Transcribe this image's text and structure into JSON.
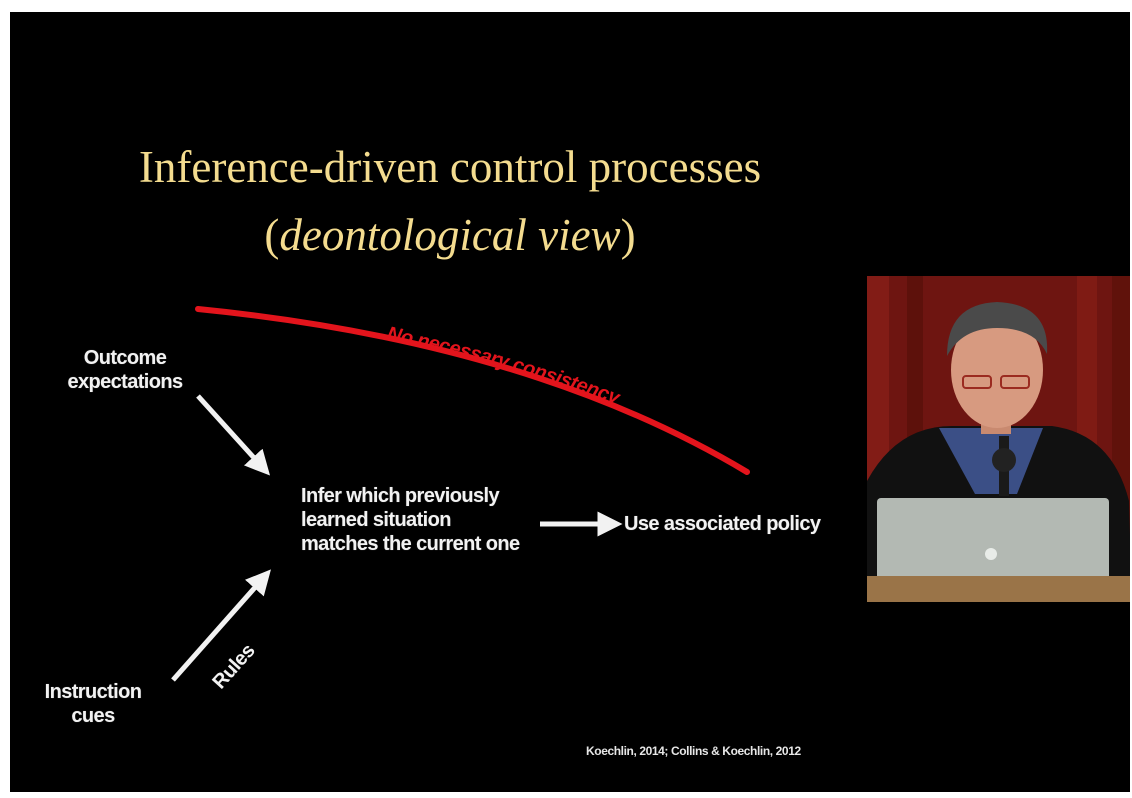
{
  "slide": {
    "title_line1": "Inference-driven control processes",
    "title_open": "(",
    "title_italic": "deontological view",
    "title_close": ")",
    "outcome_line1": "Outcome",
    "outcome_line2": "expectations",
    "instruction_line1": "Instruction",
    "instruction_line2": "cues",
    "rules_label": "Rules",
    "infer_line1": "Infer which previously",
    "infer_line2": "learned situation",
    "infer_line3": "matches the current one",
    "policy_label": "Use associated policy",
    "consistency_label": "No necessary consistency",
    "citation": "Koechlin, 2014; Collins & Koechlin, 2012"
  },
  "colors": {
    "background": "#000000",
    "title": "#f4dc8f",
    "text": "#f2f2f2",
    "accent_red": "#e3141c"
  }
}
